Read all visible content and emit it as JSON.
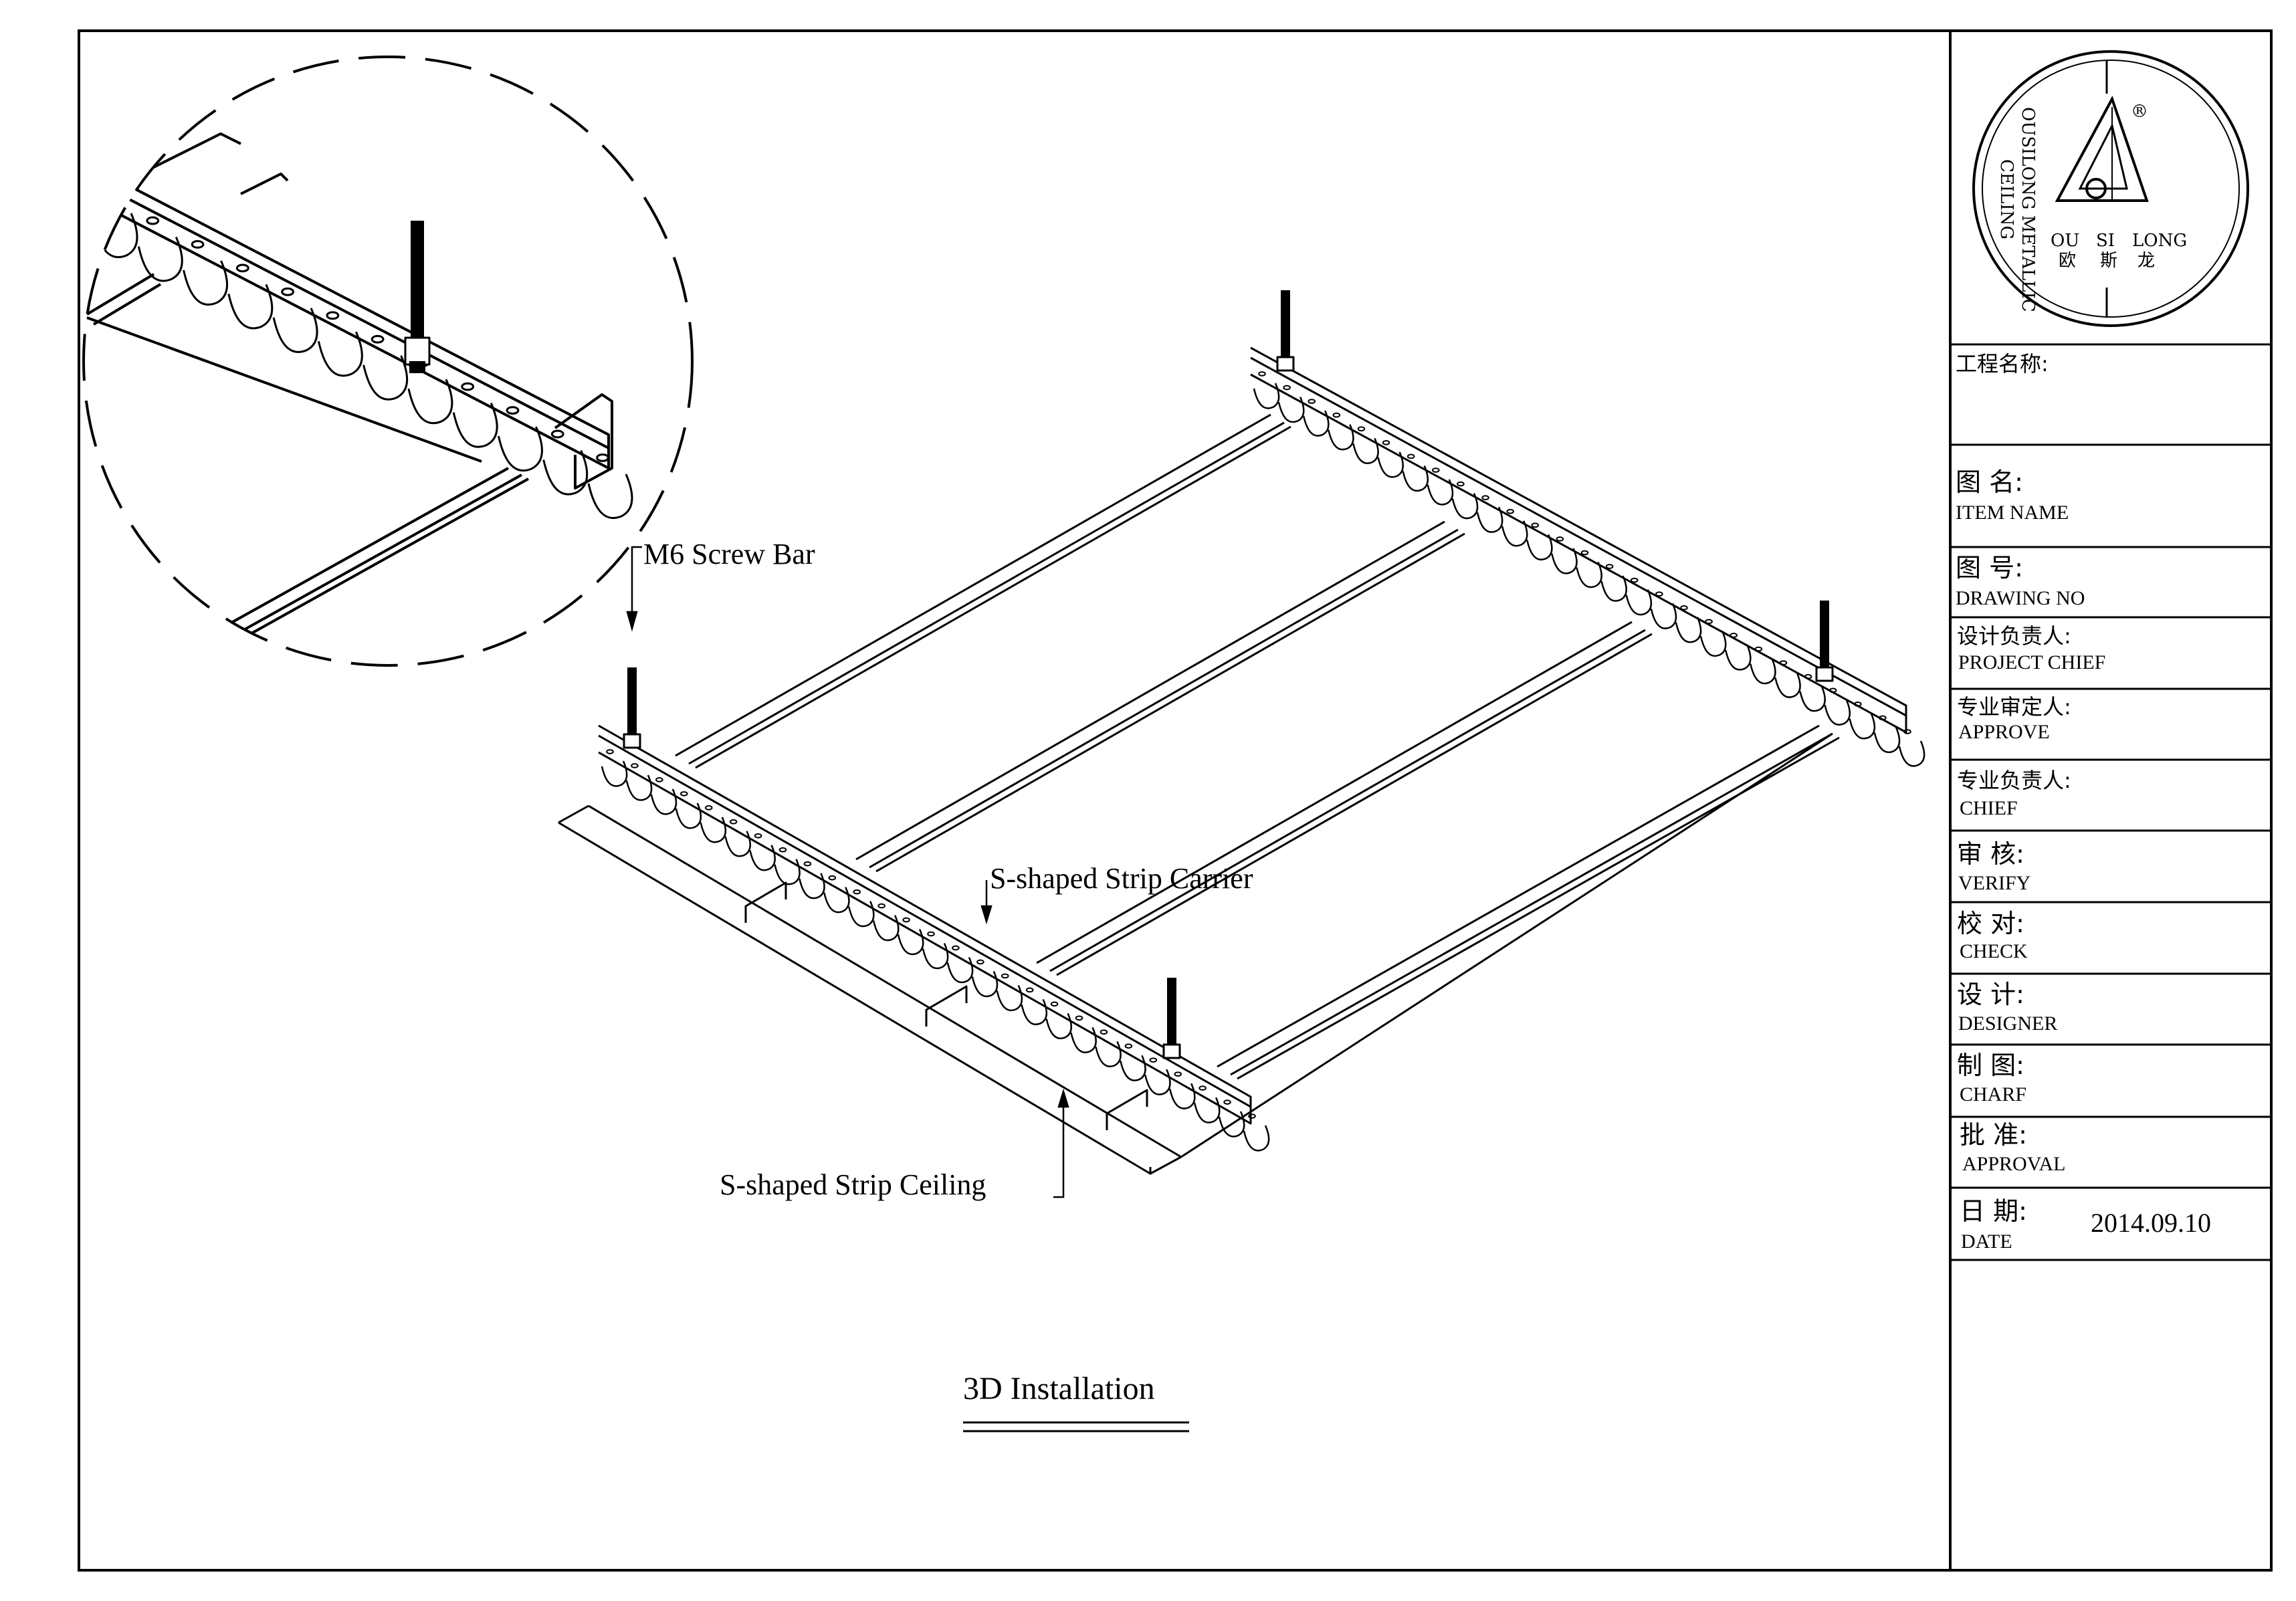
{
  "labels": {
    "screw_bar": "M6 Screw Bar",
    "carrier": "S-shaped Strip Carrier",
    "ceiling": "S-shaped Strip Ceiling",
    "title": "3D Installation"
  },
  "logo": {
    "arc_line1": "OUSILONG METALLIC",
    "arc_line2": "CEILING",
    "registered": "®",
    "latin": [
      "OU",
      "SI",
      "LONG"
    ],
    "chinese": [
      "欧",
      "斯",
      "龙"
    ]
  },
  "title_block": {
    "project_name_cn": "工程名称:",
    "item_name_cn": "图    名:",
    "item_name_en": "ITEM NAME",
    "drawing_no_cn": "图    号:",
    "drawing_no_en": "DRAWING NO",
    "project_chief_cn": "设计负责人:",
    "project_chief_en": "PROJECT CHIEF",
    "approve_cn": "专业审定人:",
    "approve_en": "APPROVE",
    "chief_cn": "专业负责人:",
    "chief_en": "CHIEF",
    "verify_cn": "审    核:",
    "verify_en": "VERIFY",
    "check_cn": "校    对:",
    "check_en": "CHECK",
    "designer_cn": "设    计:",
    "designer_en": "DESIGNER",
    "charf_cn": "制    图:",
    "charf_en": "CHARF",
    "approval_cn": "批    准:",
    "approval_en": "APPROVAL",
    "date_cn": "日    期:",
    "date_en": "DATE",
    "date_value": "2014.09.10"
  }
}
